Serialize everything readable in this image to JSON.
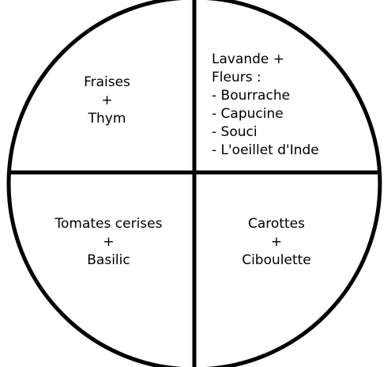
{
  "diagram": {
    "colors": {
      "stroke": "#000000",
      "background": "#ffffff",
      "text": "#000000"
    },
    "quadrants": {
      "top_left": {
        "lines": [
          "Fraises",
          "+",
          "Thym"
        ]
      },
      "top_right": {
        "lines": [
          "Lavande +",
          "Fleurs :"
        ],
        "items": [
          "- Bourrache",
          "- Capucine",
          "- Souci",
          "- L'oeillet d'Inde"
        ]
      },
      "bottom_left": {
        "lines": [
          "Tomates cerises",
          "+",
          "Basilic"
        ]
      },
      "bottom_right": {
        "lines": [
          "Carottes",
          "+",
          "Ciboulette"
        ]
      }
    }
  }
}
